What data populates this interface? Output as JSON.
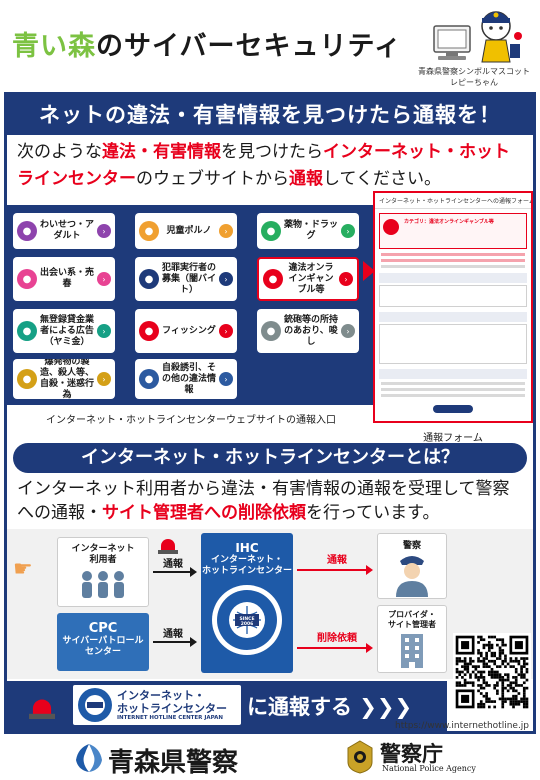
{
  "header": {
    "title_part1": "青い森",
    "title_part2": "の",
    "title_part3": "サイバーセキュリティ",
    "mascot_caption_line1": "青森県警察シンボルマスコット",
    "mascot_caption_line2": "レピーちゃん"
  },
  "banner1": "ネットの違法・有害情報を見つけたら通報を！",
  "intro": {
    "t1": "次のような",
    "t2": "違法・有害情報",
    "t3": "を見つけたら",
    "t4": "インターネット・ホットラインセンター",
    "t5": "のウェブサイトから",
    "t6": "通報",
    "t7": "してください。"
  },
  "categories": [
    {
      "label": "わいせつ・アダルト",
      "color": "#8e44ad"
    },
    {
      "label": "児童ポルノ",
      "color": "#f0a030"
    },
    {
      "label": "薬物・ドラッグ",
      "color": "#27ae60"
    },
    {
      "label": "出会い系・売春",
      "color": "#e84393"
    },
    {
      "label": "犯罪実行者の募集（闇バイト）",
      "color": "#1e3a7a"
    },
    {
      "label": "違法オンラインギャンブル等",
      "color": "#e8001c"
    },
    {
      "label": "無登録貸金業者による広告（ヤミ金）",
      "color": "#16a085"
    },
    {
      "label": "フィッシング",
      "color": "#e8001c"
    },
    {
      "label": "銃砲等の所持のあおり、唆し",
      "color": "#7f8c8d"
    },
    {
      "label": "爆発物の製造、殺人等、自殺・迷惑行為",
      "color": "#d4a017"
    },
    {
      "label": "自殺誘引、その他の違法情報",
      "color": "#2c5aa0"
    }
  ],
  "caption_site": "インターネット・ホットラインセンターウェブサイトの通報入口",
  "caption_form": "通報フォーム",
  "form_preview": {
    "title": "インターネット・ホットラインセンターへの通報フォーム",
    "heading": "カテゴリ：違法オンラインギャンブル等"
  },
  "banner2": "インターネット・ホットラインセンターとは？",
  "desc2": {
    "t1": "インターネット利用者から違法・有害情報の通報を受理して警察への通報・",
    "t2": "サイト管理者への削除依頼",
    "t3": "を行っています。"
  },
  "diagram": {
    "users_line1": "インターネット",
    "users_line2": "利用者",
    "cpc_line1": "CPC",
    "cpc_line2": "サイバーパトロール",
    "cpc_line3": "センター",
    "ihc_line1": "IHC",
    "ihc_line2": "インターネット・",
    "ihc_line3": "ホットラインセンター",
    "seal_text": "INTERNET HOTLINE CENTER JAPAN",
    "seal_since": "SINCE",
    "seal_year": "2006",
    "police": "警察",
    "provider_line1": "プロバイダ・",
    "provider_line2": "サイト管理者",
    "arrow_report1": "通報",
    "arrow_report2": "通報",
    "arrow_report3": "通報",
    "arrow_delete": "削除依頼"
  },
  "bottom": {
    "logo_line1": "インターネット・",
    "logo_line2": "ホットラインセンター",
    "logo_en": "INTERNET HOTLINE CENTER JAPAN",
    "cta": "に通報する ❯❯❯",
    "url": "https://www.internethotline.jp"
  },
  "footer": {
    "aomori": "青森県警察",
    "npa": "警察庁",
    "npa_en": "National Police Agency"
  },
  "colors": {
    "navy": "#1e3a7a",
    "red": "#e8001c",
    "green": "#7cc242"
  }
}
